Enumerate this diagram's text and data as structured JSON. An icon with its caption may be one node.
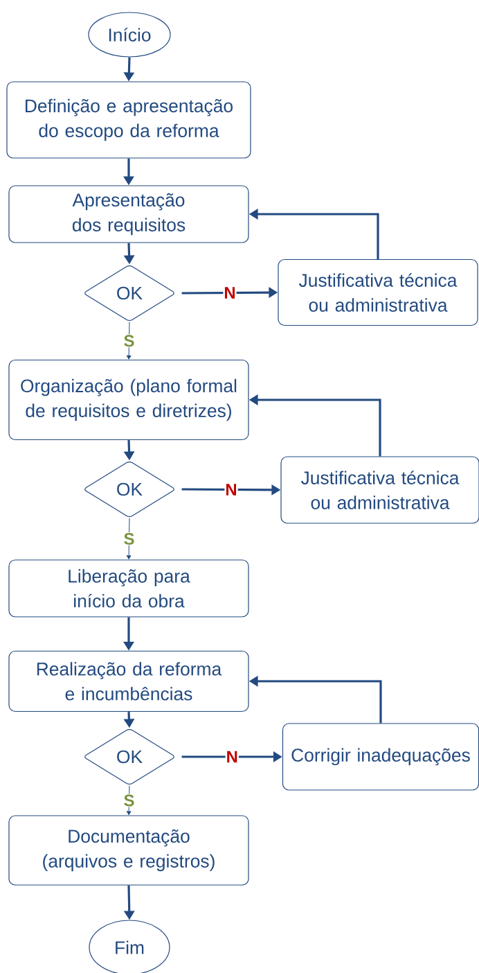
{
  "diagram": {
    "nodes": [
      {
        "text": [
          "Início"
        ]
      },
      {
        "text": [
          "Definição e apresentação do escopo da reforma"
        ]
      },
      {
        "text": [
          "Apresentação dos requisitos"
        ]
      },
      {
        "text": [
          "OK"
        ]
      },
      {
        "text": [
          "Justificativa técnica ou administrativa"
        ]
      },
      {
        "text": [
          "Organização (plano formal de requisitos e diretrizes)"
        ]
      },
      {
        "text": [
          "OK"
        ]
      },
      {
        "text": [
          "Justificativa técnica ou administrativa"
        ]
      },
      {
        "text": [
          "Liberação para início da obra"
        ]
      },
      {
        "text": [
          "Realização da reforma e incumbências"
        ]
      },
      {
        "text": [
          "OK"
        ]
      },
      {
        "text": [
          "Corrigir inadequações"
        ]
      },
      {
        "text": [
          "Documentação (arquivos e registros)"
        ]
      },
      {
        "text": [
          "Fim"
        ]
      }
    ],
    "edges": [
      {
        "from": 0,
        "to": 1,
        "arrow": "to"
      },
      {
        "from": 1,
        "to": 2,
        "arrow": "to"
      },
      {
        "from": 2,
        "to": 3,
        "arrow": "to"
      },
      {
        "from": 3,
        "to": 4,
        "arrow": "to",
        "label": "N"
      },
      {
        "from": 4,
        "to": 2,
        "arrow": "to"
      },
      {
        "from": 3,
        "to": 5,
        "arrow": "to",
        "label": "S"
      },
      {
        "from": 5,
        "to": 6,
        "arrow": "to"
      },
      {
        "from": 6,
        "to": 7,
        "arrow": "to",
        "label": "N"
      },
      {
        "from": 7,
        "to": 5,
        "arrow": "to"
      },
      {
        "from": 6,
        "to": 8,
        "arrow": "to",
        "label": "S"
      },
      {
        "from": 8,
        "to": 9,
        "arrow": "to"
      },
      {
        "from": 9,
        "to": 10,
        "arrow": "to"
      },
      {
        "from": 10,
        "to": 11,
        "arrow": "to",
        "label": "N"
      },
      {
        "from": 11,
        "to": 9,
        "arrow": "to"
      },
      {
        "from": 10,
        "to": 12,
        "arrow": "to",
        "label": "S"
      },
      {
        "from": 12,
        "to": 13,
        "arrow": "to"
      }
    ]
  }
}
